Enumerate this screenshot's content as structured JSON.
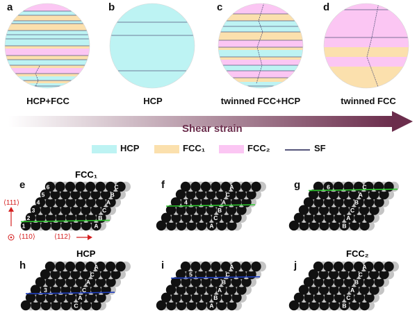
{
  "panel_labels": {
    "a": "a",
    "b": "b",
    "c": "c",
    "d": "d",
    "e": "e",
    "f": "f",
    "g": "g",
    "h": "h",
    "i": "i",
    "j": "j"
  },
  "captions": {
    "a": "HCP+FCC",
    "b": "HCP",
    "c": "twinned FCC+HCP",
    "d": "twinned FCC"
  },
  "arrow_label": "Shear strain",
  "legend": [
    {
      "name": "HCP",
      "color": "#bdf3f3"
    },
    {
      "name": "FCC₁",
      "color": "#fbe0ad"
    },
    {
      "name": "FCC₂",
      "color": "#fbc6f3"
    },
    {
      "name": "SF",
      "color": "#55557a"
    }
  ],
  "colors": {
    "hcp": "#bdf3f3",
    "fcc1": "#fbe0ad",
    "fcc2": "#fbc6f3",
    "sf": "#55557a",
    "arrow_start": "#ffffff",
    "arrow_end": "#6b2d4c",
    "green_line": "#2ec82e",
    "blue_line": "#1f3fbf",
    "red": "#d41f1f",
    "atom_dark": "#111111",
    "atom_light": "#c4c4c4"
  },
  "lattice_titles": {
    "e": "FCC₁",
    "h": "HCP",
    "j": "FCC₂"
  },
  "direction_labels": {
    "up": "⟨111⟩",
    "out": "⟨110⟩",
    "right": "⟨112⟩"
  },
  "layer_numbers": {
    "e": [
      "1",
      "2",
      "3",
      "4",
      "5",
      "6"
    ],
    "f": [
      "4"
    ],
    "g": [
      "6"
    ],
    "h": [
      "3"
    ],
    "i": [
      "5"
    ]
  },
  "stacking_letters": {
    "e": [
      "A",
      "B",
      "C",
      "A",
      "B",
      "C"
    ],
    "f": [
      "A",
      "C",
      "B",
      "A",
      "C",
      "A"
    ],
    "g": [
      "B",
      "A",
      "C",
      "B",
      "A",
      "C"
    ],
    "h": [
      "C",
      "A",
      "C",
      "A",
      "C",
      "A"
    ],
    "i": [
      "A",
      "B",
      "A",
      "B",
      "C",
      "A"
    ],
    "j": [
      "B",
      "C",
      "A",
      "B",
      "C",
      "A"
    ]
  }
}
